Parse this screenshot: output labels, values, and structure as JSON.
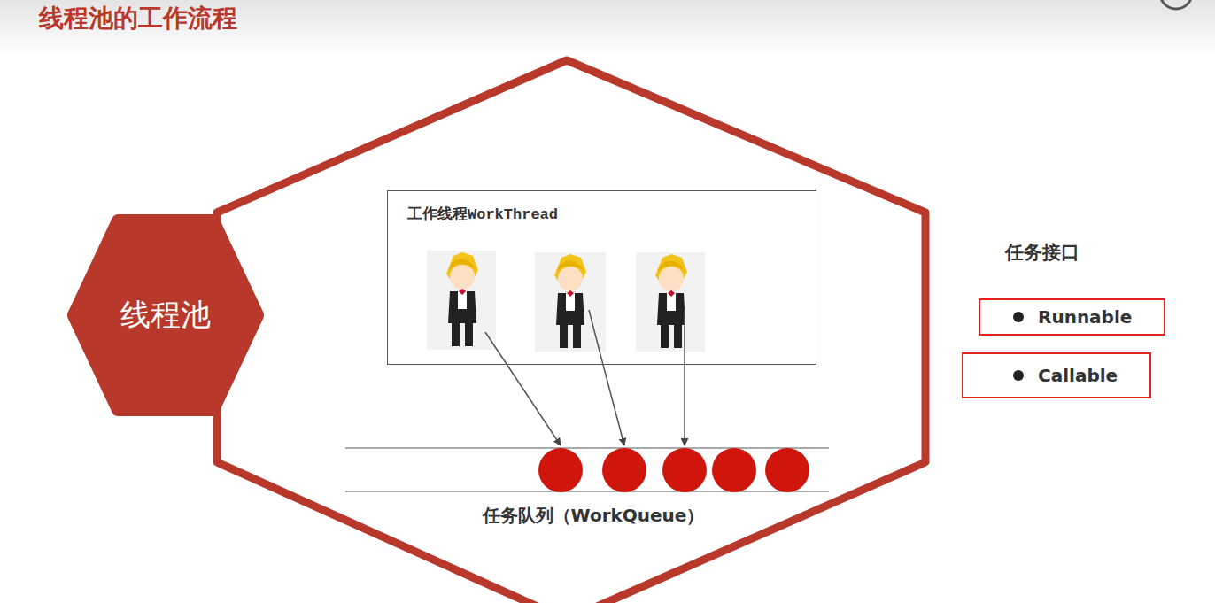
{
  "diagram": {
    "title": "线程池的工作流程",
    "nodes": [
      {
        "text": [
          "线程池"
        ]
      },
      {
        "text": [
          "工作线程WorkThread"
        ]
      },
      {
        "text": [
          "任务队列（WorkQueue）"
        ]
      },
      {
        "text": [
          "Runnable"
        ]
      },
      {
        "text": [
          "Callable"
        ]
      }
    ],
    "edges": [
      {
        "from": 1,
        "to": 2,
        "arrow": "to"
      },
      {
        "from": 1,
        "to": 2,
        "arrow": "to"
      },
      {
        "from": 1,
        "to": 2,
        "arrow": "to"
      }
    ],
    "labels": [
      "任务接口"
    ]
  }
}
